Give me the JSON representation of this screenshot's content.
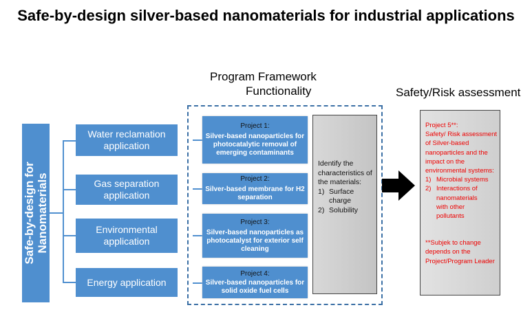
{
  "title": "Safe-by-design silver-based nanomaterials for industrial applications",
  "headers": {
    "framework_line1": "Program Framework",
    "framework_line2": "Functionality",
    "safety": "Safety/Risk assessment"
  },
  "root": {
    "line1": "Safe-by-design for",
    "line2": "Nanomaterials"
  },
  "applications": [
    "Water reclamation application",
    "Gas separation application",
    "Environmental application",
    "Energy application"
  ],
  "projects": [
    {
      "title": "Project 1:",
      "desc": "Silver-based nanoparticles for photocatalytic removal of emerging contaminants"
    },
    {
      "title": "Project 2:",
      "desc": "Silver-based membrane for H2 separation"
    },
    {
      "title": "Project 3:",
      "desc": "Silver-based nanoparticles as photocatalyst for exterior self cleaning"
    },
    {
      "title": "Project 4:",
      "desc": "Silver-based nanoparticles  for solid oxide fuel cells"
    }
  ],
  "characteristics": {
    "intro": "Identify the characteristics of the materials:",
    "items": [
      {
        "n": "1)",
        "t": "Surface charge"
      },
      {
        "n": "2)",
        "t": "Solubility"
      }
    ]
  },
  "safety_box": {
    "title": "Project 5**:",
    "desc": "Safety/ Risk assessment of Silver-based nanoparticles and the impact on the environmental systems:",
    "items": [
      {
        "n": "1)",
        "t": "Microbial systems"
      },
      {
        "n": "2)",
        "t": "Interactions of nanomaterials with other pollutants"
      }
    ],
    "note": "**Subjek to change depends on the Project/Program Leader"
  }
}
